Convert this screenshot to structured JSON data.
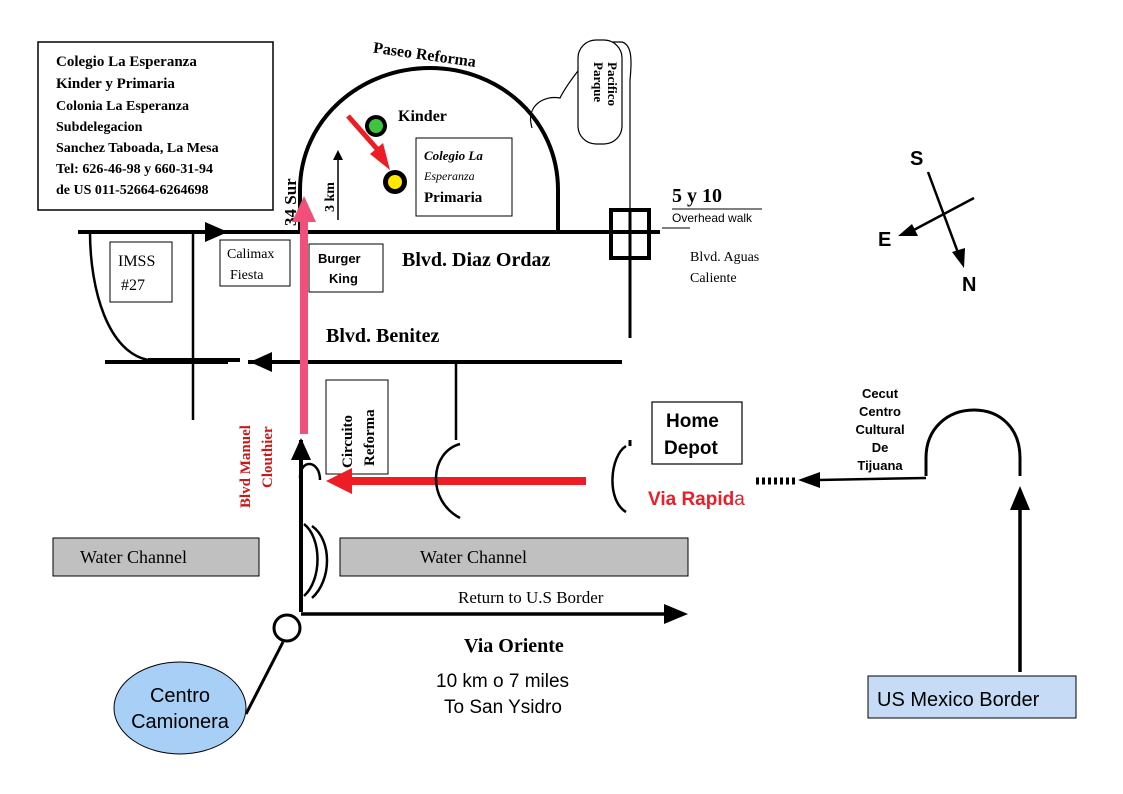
{
  "info_box": {
    "line1": "Colegio La Esperanza",
    "line2": "Kinder y Primaria",
    "line3": "Colonia La Esperanza",
    "line4": "Subdelegacion",
    "line5": "Sanchez Taboada, La Mesa",
    "line6": "Tel: 626-46-98 y 660-31-94",
    "line7": "de US  011-52664-6264698"
  },
  "labels": {
    "paseo_reforma": "Paseo Reforma",
    "parque_pacifico_1": "Parque",
    "parque_pacifico_2": "Pacifico",
    "kinder": "Kinder",
    "colegio_1": "Colegio La",
    "colegio_2": "Esperanza",
    "colegio_3": "Primaria",
    "three_km": "3 km",
    "sur_34": "34 Sur",
    "cinco_y_diez": "5 y 10",
    "overhead_walk": "Overhead walk",
    "aguas_1": "Blvd. Aguas",
    "aguas_2": "Caliente",
    "imss_1": "IMSS",
    "imss_2": "#27",
    "calimax_1": "Calimax",
    "calimax_2": "Fiesta",
    "burger_1": "Burger",
    "burger_2": "King",
    "diaz_ordaz": "Blvd. Diaz Ordaz",
    "benitez": "Blvd. Benitez",
    "circuito_1": "Circuito",
    "circuito_2": "Reforma",
    "manuel_1": "Blvd Manuel",
    "manuel_2": "Clouthier",
    "home_1": "Home",
    "home_2": "Depot",
    "via_rapida_main": "Via Rapid",
    "via_rapida_a": "a",
    "cecut_1": "Cecut",
    "cecut_2": "Centro",
    "cecut_3": "Cultural",
    "cecut_4": "De",
    "cecut_5": "Tijuana",
    "water_channel_1": "Water Channel",
    "water_channel_2": "Water  Channel",
    "return_border": "Return to U.S Border",
    "via_oriente": "Via Oriente",
    "distance_1": "10 km o 7 miles",
    "distance_2": "To San Ysidro",
    "camionera_1": "Centro",
    "camionera_2": "Camionera",
    "us_border": "US Mexico Border"
  },
  "compass": {
    "s": "S",
    "e": "E",
    "n": "N"
  },
  "colors": {
    "road": "#000000",
    "route_red": "#ee1c25",
    "route_pink": "#f0507a",
    "kinder_green": "#3fc43f",
    "primaria_yellow": "#ffe800",
    "channel_gray": "#c0c0c0",
    "bus_blue": "#a8cff5",
    "border_blue": "#c6dcf6",
    "label_red": "#c61a1a"
  }
}
